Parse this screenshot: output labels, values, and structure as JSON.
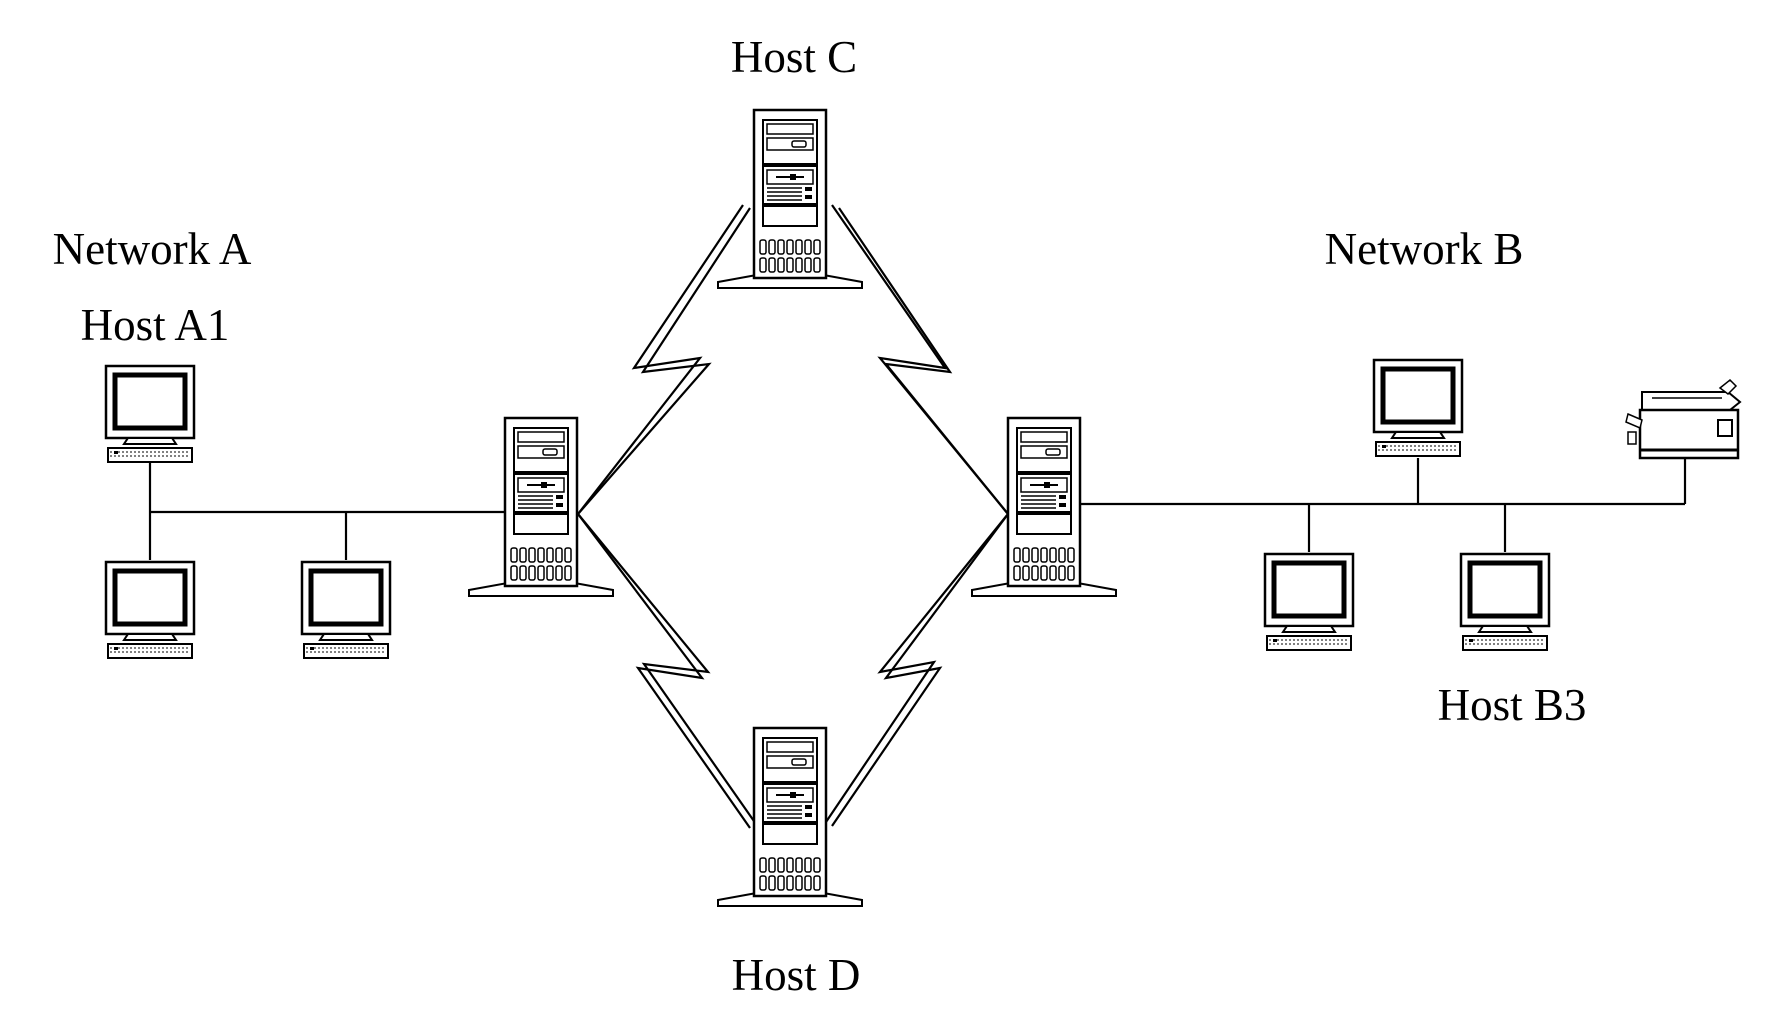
{
  "labels": {
    "network_a": "Network A",
    "host_a1": "Host A1",
    "host_c": "Host C",
    "network_b": "Network B",
    "host_b3": "Host B3",
    "host_d": "Host D"
  },
  "colors": {
    "stroke": "#000000",
    "background": "#ffffff"
  },
  "icons": [
    "server-tower-icon",
    "computer-workstation-icon",
    "printer-icon",
    "wan-link-icon"
  ]
}
